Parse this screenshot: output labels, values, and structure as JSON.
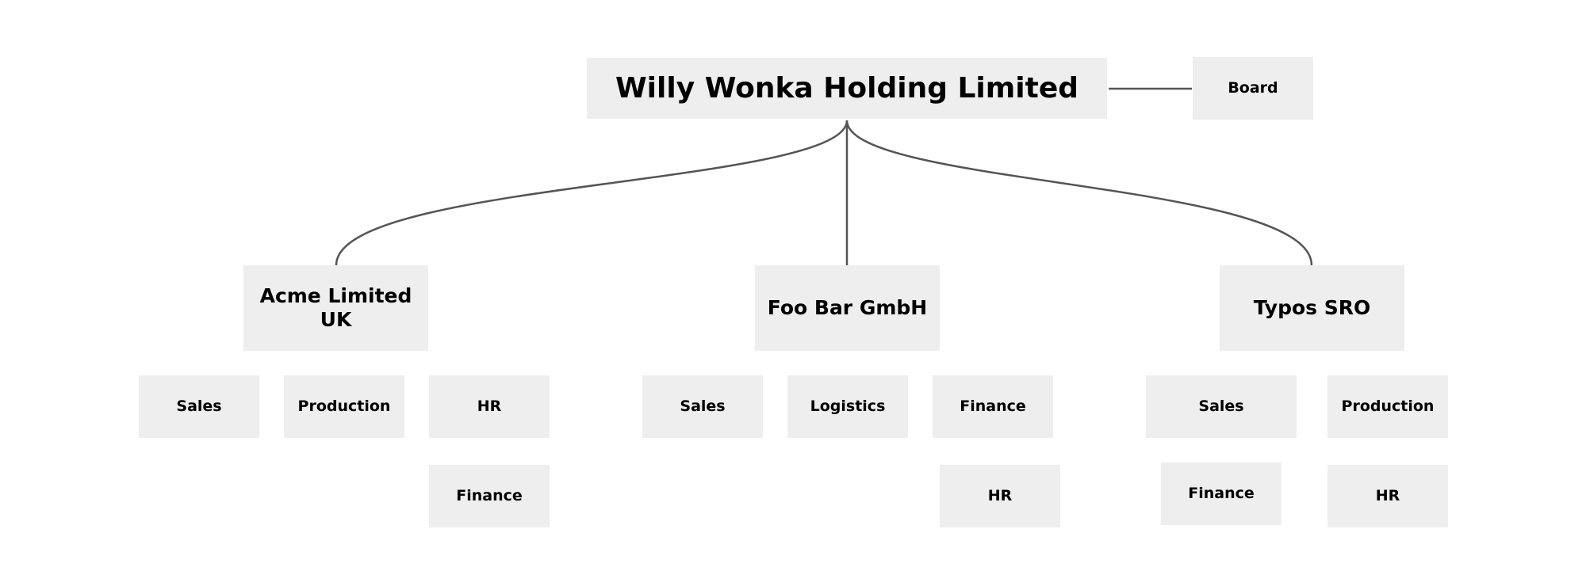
{
  "org": {
    "root": "Willy Wonka Holding Limited",
    "board": "Board",
    "companies": [
      {
        "name": "Acme Limited UK",
        "departments": [
          "Sales",
          "Production",
          "HR",
          "Finance"
        ]
      },
      {
        "name": "Foo Bar GmbH",
        "departments": [
          "Sales",
          "Logistics",
          "Finance",
          "HR"
        ]
      },
      {
        "name": "Typos SRO",
        "departments": [
          "Sales",
          "Production",
          "Finance",
          "HR"
        ]
      }
    ]
  },
  "colors": {
    "box": "#eeeeee",
    "connector": "#555555",
    "text": "#000000"
  }
}
